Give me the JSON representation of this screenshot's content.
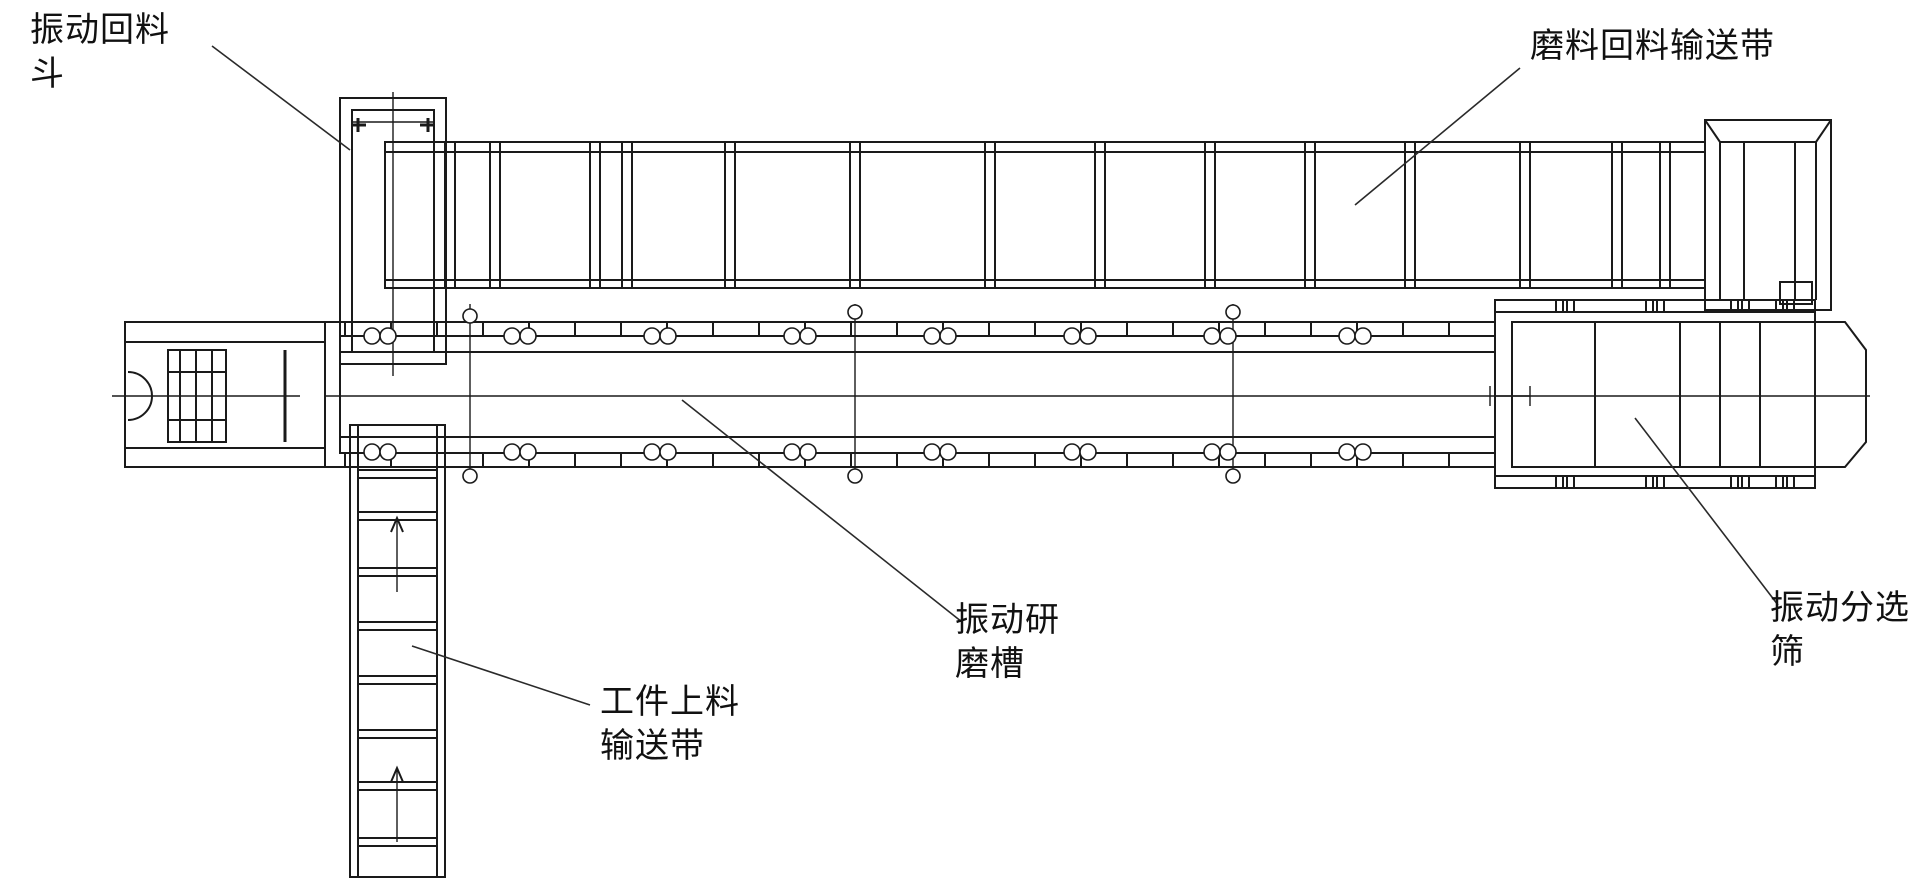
{
  "labels": {
    "hopper_line1": "振动回料",
    "hopper_line2": "斗",
    "return_conveyor": "磨料回料输送带",
    "trough_line1": "振动研",
    "trough_line2": "磨槽",
    "loading_conveyor_line1": "工件上料",
    "loading_conveyor_line2": "输送带",
    "screen_line1": "振动分选",
    "screen_line2": "筛"
  },
  "colors": {
    "line": "#1a1a1a",
    "background": "#ffffff"
  }
}
